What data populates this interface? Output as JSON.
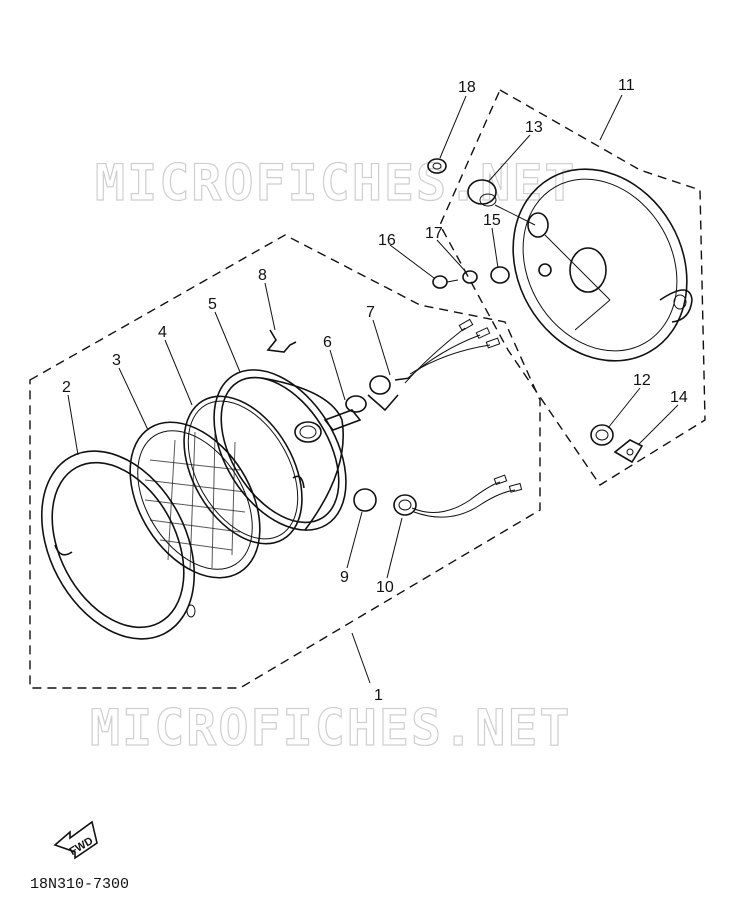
{
  "watermark": {
    "text": "MICROFICHES.NET"
  },
  "callouts": [
    {
      "id": "1",
      "name": "headlight-assembly"
    },
    {
      "id": "2",
      "name": "headlight-rim"
    },
    {
      "id": "3",
      "name": "lens-unit"
    },
    {
      "id": "4",
      "name": "seal-ring"
    },
    {
      "id": "5",
      "name": "reflector-body"
    },
    {
      "id": "6",
      "name": "bulb"
    },
    {
      "id": "7",
      "name": "bulb-socket-cord"
    },
    {
      "id": "8",
      "name": "spring-clip"
    },
    {
      "id": "9",
      "name": "small-bulb"
    },
    {
      "id": "10",
      "name": "small-socket-cord"
    },
    {
      "id": "11",
      "name": "headlight-body-shell"
    },
    {
      "id": "12",
      "name": "grommet"
    },
    {
      "id": "13",
      "name": "grommet-large"
    },
    {
      "id": "14",
      "name": "collar"
    },
    {
      "id": "15",
      "name": "nut"
    },
    {
      "id": "16",
      "name": "screw"
    },
    {
      "id": "17",
      "name": "washer"
    },
    {
      "id": "18",
      "name": "washer-plate"
    }
  ],
  "fwd_label": "FWD",
  "part_code": "18N310-7300",
  "colors": {
    "line": "#111111",
    "watermark": "#cfcfcf",
    "background": "#ffffff"
  }
}
